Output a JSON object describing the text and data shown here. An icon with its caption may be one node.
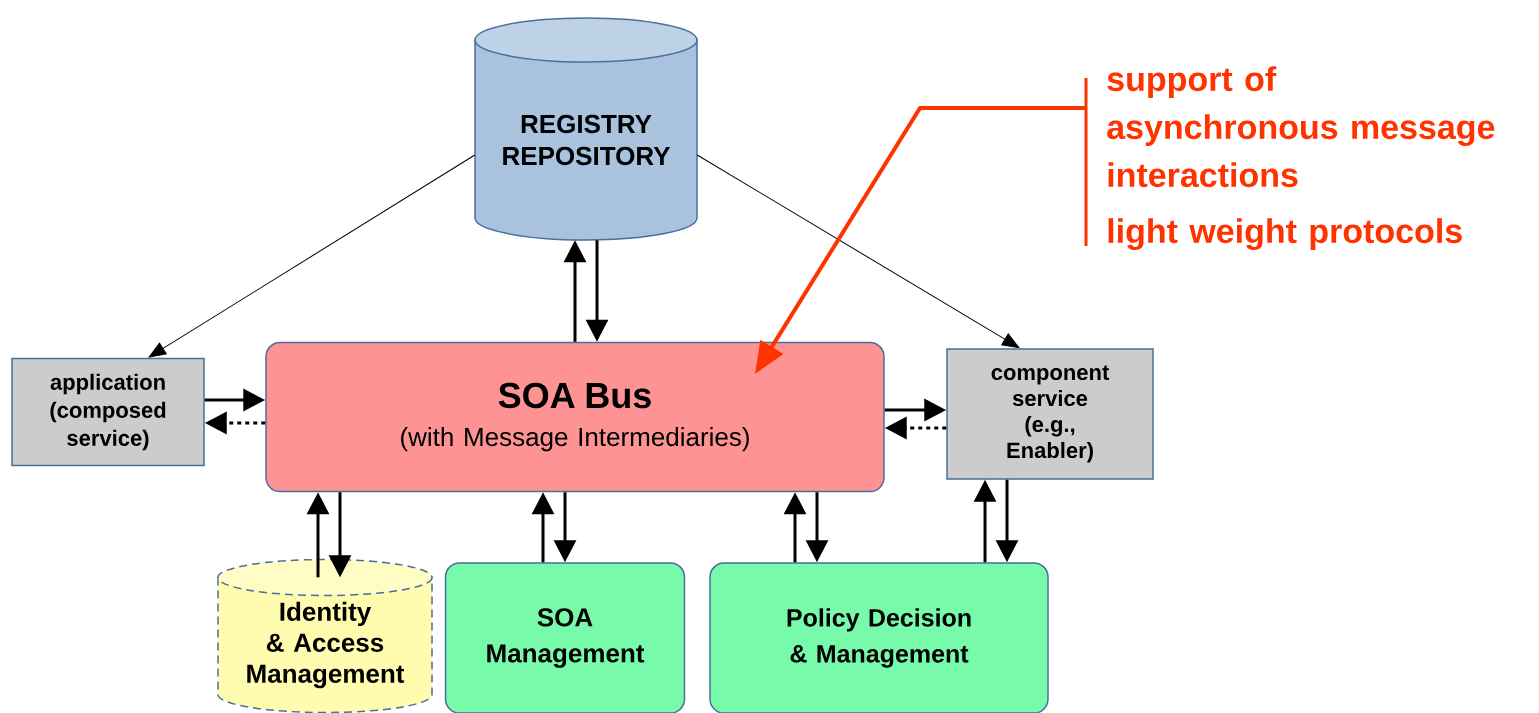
{
  "diagram": {
    "nodes": [
      {
        "text": [
          "REGISTRY REPOSITORY"
        ]
      },
      {
        "text": [
          "application (composed service)"
        ]
      },
      {
        "text": [
          "SOA Bus",
          "(with Message Intermediaries)"
        ]
      },
      {
        "text": [
          "component service (e.g., Enabler)"
        ]
      },
      {
        "text": [
          "Identity & Access Management"
        ]
      },
      {
        "text": [
          "SOA Management"
        ]
      },
      {
        "text": [
          "Policy Decision & Management"
        ]
      },
      {
        "text": [
          "support of asynchronous message interactions",
          "light weight protocols"
        ]
      }
    ],
    "edges": [
      {
        "from": 0,
        "to": 1,
        "arrow": "to"
      },
      {
        "from": 0,
        "to": 3,
        "arrow": "to"
      },
      {
        "from": 2,
        "to": 0,
        "arrow": "to"
      },
      {
        "from": 0,
        "to": 2,
        "arrow": "to"
      },
      {
        "from": 1,
        "to": 2,
        "arrow": "to"
      },
      {
        "from": 2,
        "to": 1,
        "arrow": "to",
        "style": "dashed"
      },
      {
        "from": 2,
        "to": 3,
        "arrow": "to"
      },
      {
        "from": 3,
        "to": 2,
        "arrow": "to",
        "style": "dashed"
      },
      {
        "from": 4,
        "to": 2,
        "arrow": "to"
      },
      {
        "from": 2,
        "to": 4,
        "arrow": "to"
      },
      {
        "from": 5,
        "to": 2,
        "arrow": "to"
      },
      {
        "from": 2,
        "to": 5,
        "arrow": "to"
      },
      {
        "from": 6,
        "to": 2,
        "arrow": "to"
      },
      {
        "from": 2,
        "to": 6,
        "arrow": "to"
      },
      {
        "from": 6,
        "to": 3,
        "arrow": "to"
      },
      {
        "from": 3,
        "to": 6,
        "arrow": "to"
      },
      {
        "from": 7,
        "to": 2,
        "arrow": "to",
        "color": "#ff3300"
      }
    ]
  }
}
